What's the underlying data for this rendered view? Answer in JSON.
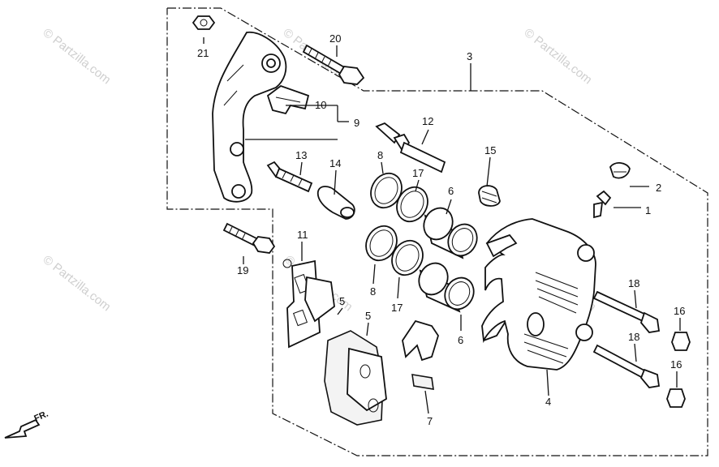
{
  "labels": {
    "p1": "1",
    "p2": "2",
    "p3": "3",
    "p4": "4",
    "p5a": "5",
    "p5b": "5",
    "p6a": "6",
    "p6b": "6",
    "p7": "7",
    "p8a": "8",
    "p8b": "8",
    "p9": "9",
    "p10": "10",
    "p11": "11",
    "p12": "12",
    "p13": "13",
    "p14": "14",
    "p15": "15",
    "p16a": "16",
    "p16b": "16",
    "p17a": "17",
    "p17b": "17",
    "p18a": "18",
    "p18b": "18",
    "p19": "19",
    "p20": "20",
    "p21": "21"
  },
  "watermark": "© Partzilla.com",
  "direction_marker": "FR."
}
